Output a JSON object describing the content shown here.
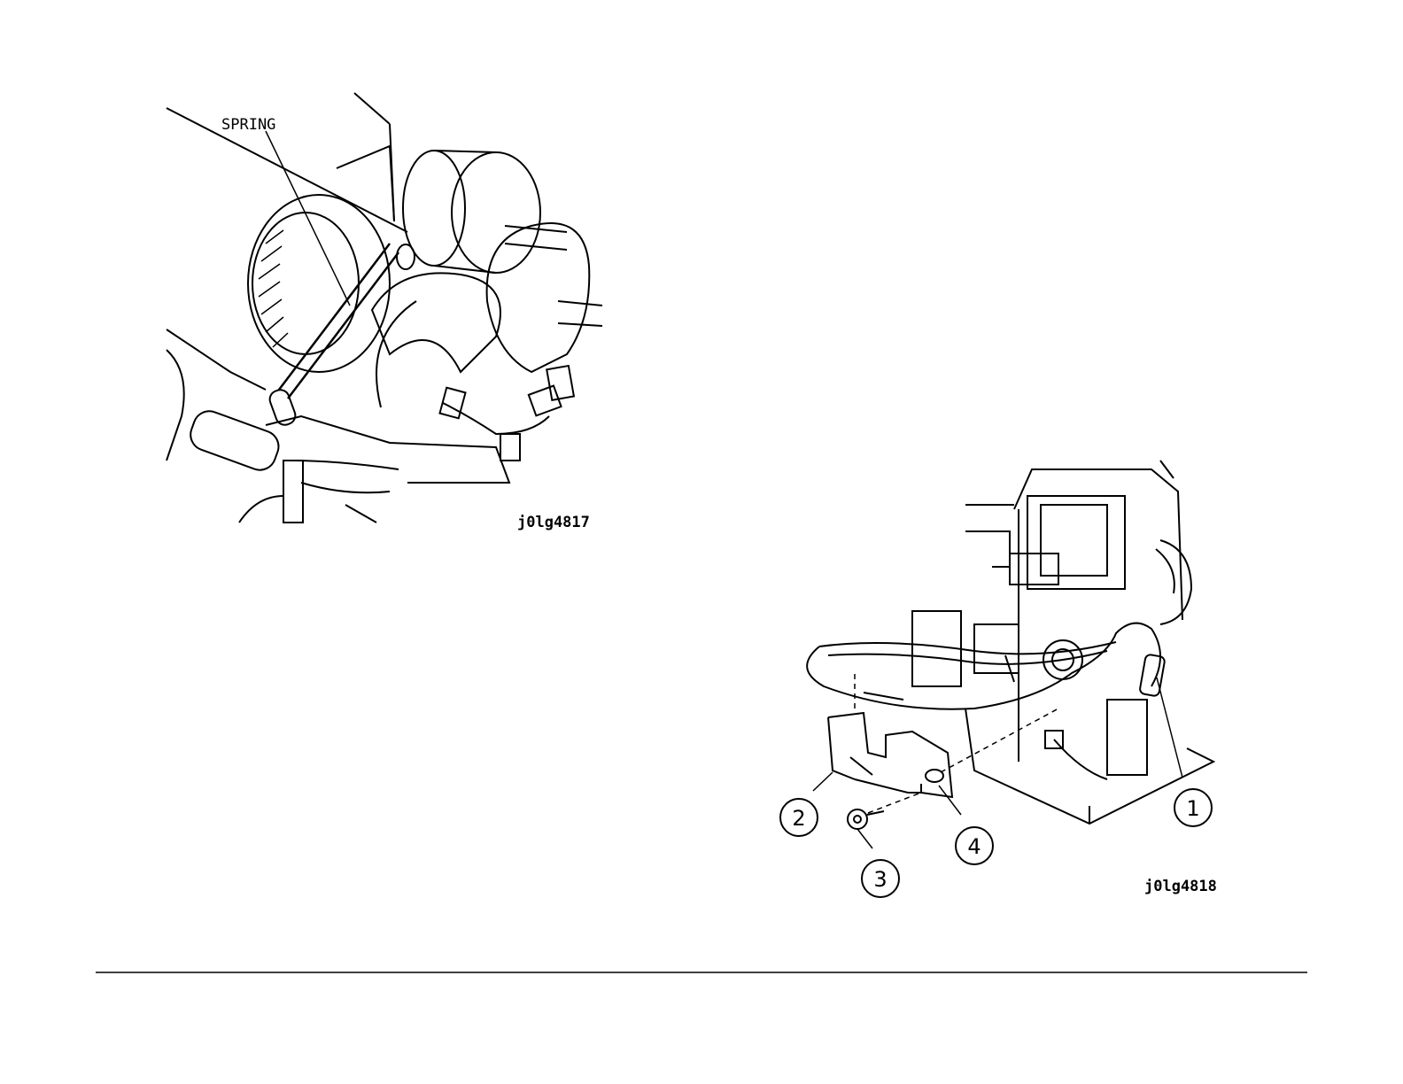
{
  "figure_left": {
    "id_label": "j0lg4817",
    "callout_text": "SPRING"
  },
  "figure_right": {
    "id_label": "j0lg4818",
    "callouts": [
      {
        "number": "1"
      },
      {
        "number": "2"
      },
      {
        "number": "3"
      },
      {
        "number": "4"
      }
    ]
  }
}
